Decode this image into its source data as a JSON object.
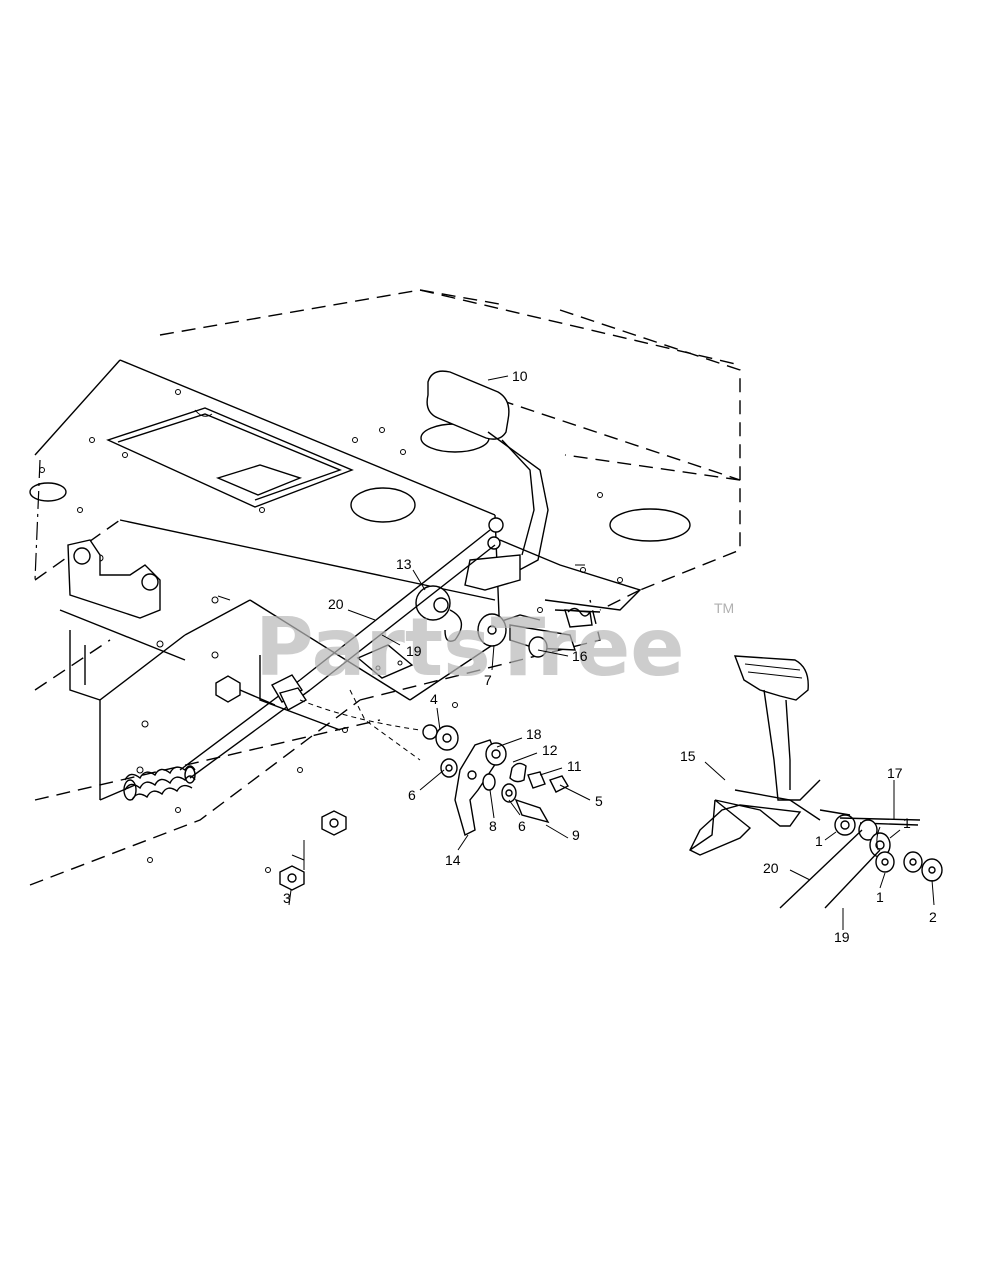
{
  "watermark": {
    "text": "PartsTree",
    "trademark": "TM"
  },
  "callouts": [
    {
      "id": "c10",
      "text": "10"
    },
    {
      "id": "c13",
      "text": "13"
    },
    {
      "id": "c20a",
      "text": "20"
    },
    {
      "id": "c19a",
      "text": "19"
    },
    {
      "id": "c16",
      "text": "16"
    },
    {
      "id": "c7",
      "text": "7"
    },
    {
      "id": "c4",
      "text": "4"
    },
    {
      "id": "c18",
      "text": "18"
    },
    {
      "id": "c12",
      "text": "12"
    },
    {
      "id": "c11",
      "text": "11"
    },
    {
      "id": "c5",
      "text": "5"
    },
    {
      "id": "c6a",
      "text": "6"
    },
    {
      "id": "c6b",
      "text": "6"
    },
    {
      "id": "c8",
      "text": "8"
    },
    {
      "id": "c9",
      "text": "9"
    },
    {
      "id": "c14",
      "text": "14"
    },
    {
      "id": "c3",
      "text": "3"
    },
    {
      "id": "c15",
      "text": "15"
    },
    {
      "id": "c17",
      "text": "17"
    },
    {
      "id": "c1a",
      "text": "1"
    },
    {
      "id": "c1b",
      "text": "1"
    },
    {
      "id": "c1c",
      "text": "1"
    },
    {
      "id": "c2",
      "text": "2"
    },
    {
      "id": "c20b",
      "text": "20"
    },
    {
      "id": "c19b",
      "text": "19"
    }
  ]
}
